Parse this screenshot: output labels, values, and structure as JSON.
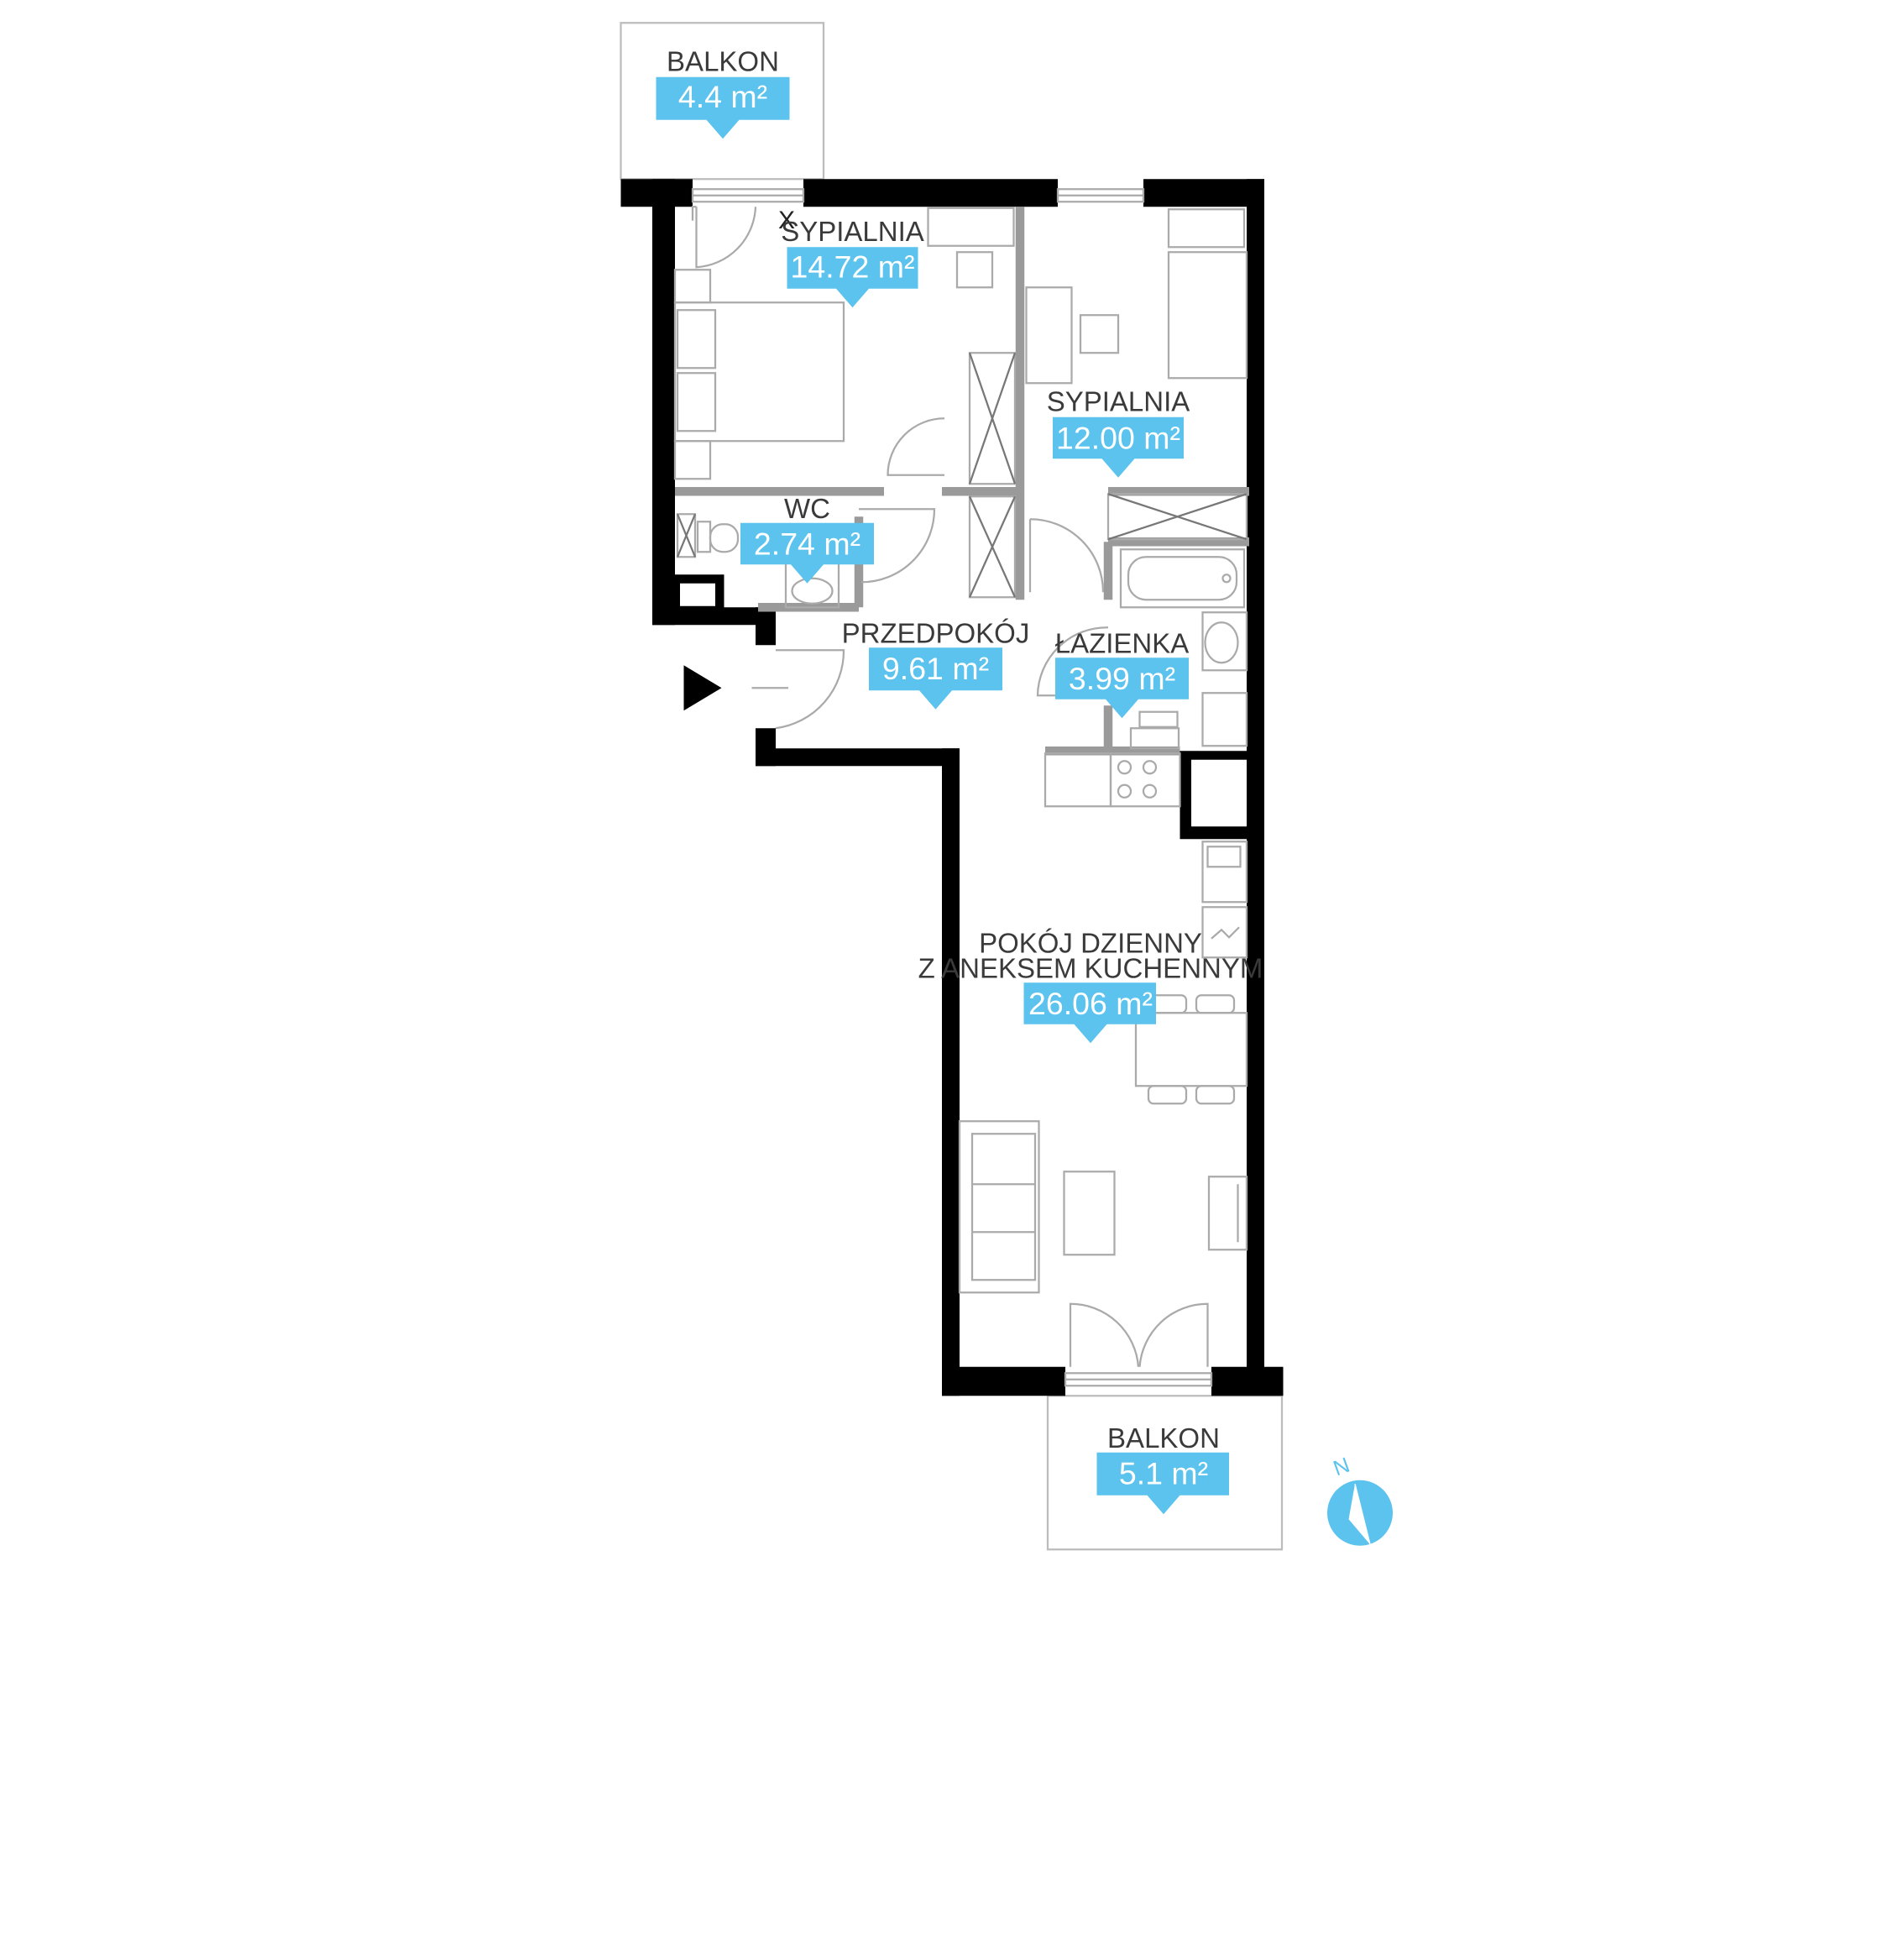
{
  "rooms": {
    "balkon_top": {
      "name": "BALKON",
      "area": "4.4 m²"
    },
    "sypialnia_1": {
      "name": "SYPIALNIA",
      "area": "14.72 m²"
    },
    "sypialnia_2": {
      "name": "SYPIALNIA",
      "area": "12.00 m²"
    },
    "wc": {
      "name": "WC",
      "area": "2.74 m²"
    },
    "przedpokoj": {
      "name": "PRZEDPOKÓJ",
      "area": "9.61 m²"
    },
    "lazienka": {
      "name": "ŁAZIENKA",
      "area": "3.99 m²"
    },
    "pokoj_dzienny": {
      "name_line1": "POKÓJ DZIENNY",
      "name_line2": "Z ANEKSEM KUCHENNYM",
      "area": "26.06 m²"
    },
    "balkon_bottom": {
      "name": "BALKON",
      "area": "5.1 m²"
    }
  },
  "markers": {
    "x_mark": "X",
    "north": "N"
  },
  "colors": {
    "label_tag": "#5bc3ee",
    "wall": "#000000",
    "partition": "#9a9a9a",
    "furniture": "#aaaaaa"
  }
}
